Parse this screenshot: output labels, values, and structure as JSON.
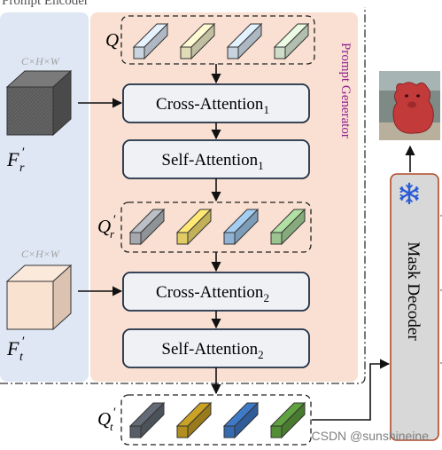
{
  "panels": {
    "prompt_encoder_title": "Prompt Encoder",
    "prompt_generator_title": "Prompt Generator"
  },
  "inputs": {
    "feature_r": {
      "dims": "C×H×W",
      "label_base": "F",
      "label_sub": "r",
      "prime": "′"
    },
    "feature_t": {
      "dims": "C×H×W",
      "label_base": "F",
      "label_sub": "t",
      "prime": "′"
    }
  },
  "queries": {
    "q": {
      "label": "Q",
      "colors": [
        "#dbe6f2",
        "#f3efc8",
        "#d8e6f4",
        "#e0efd9"
      ]
    },
    "q_r": {
      "label_base": "Q",
      "label_sub": "r",
      "prime": "′",
      "colors": [
        "#b3b7bd",
        "#f3dd6e",
        "#9cc3e6",
        "#a9d59c"
      ]
    },
    "q_t": {
      "label_base": "Q",
      "label_sub": "t",
      "prime": "′",
      "colors": [
        "#5f6670",
        "#c09a22",
        "#3c74bf",
        "#5a9a3c"
      ]
    }
  },
  "blocks": {
    "cross_attention_1": {
      "text": "Cross-Attention",
      "sub": "1"
    },
    "self_attention_1": {
      "text": "Self-Attention",
      "sub": "1"
    },
    "cross_attention_2": {
      "text": "Cross-Attention",
      "sub": "2"
    },
    "self_attention_2": {
      "text": "Self-Attention",
      "sub": "2"
    }
  },
  "decoder": {
    "label": "Mask Decoder",
    "frozen_icon": "snowflake-icon"
  },
  "output_image": {
    "description_icon": "bear-mask-image"
  },
  "watermark": "CSDN @sunshineine",
  "colors": {
    "encoder_bg": "#dfe7f4",
    "generator_bg": "#f9e0d2",
    "block_fill": "#eff1f5",
    "block_stroke": "#1f2f45",
    "decoder_fill": "#d8d8d8",
    "decoder_stroke": "#b24a28",
    "snowflake": "#2a5bd6",
    "generator_title": "#8e1f8e",
    "cube_r": "#5a5a5a",
    "cube_t": "#f9e2d0"
  }
}
